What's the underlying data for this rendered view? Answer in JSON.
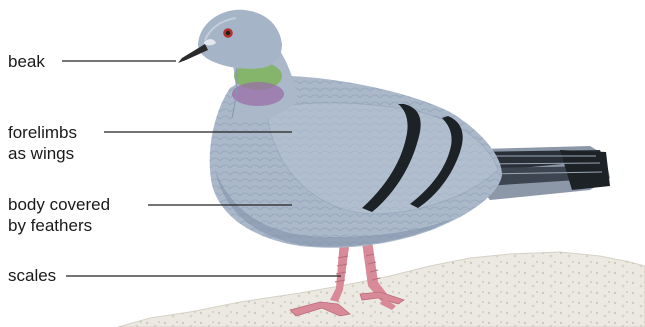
{
  "labels": {
    "beak": "beak",
    "forelimbs_line1": "forelimbs",
    "forelimbs_line2": "as wings",
    "body_line1": "body covered",
    "body_line2": "by feathers",
    "scales": "scales"
  },
  "colors": {
    "body_blue_gray": "#a9b7c9",
    "body_shadow": "#7f90a8",
    "wing_bar": "#1d2226",
    "neck_green": "#7fb35a",
    "neck_purple": "#9a6fa7",
    "legs_pink": "#d98a98",
    "ground": "#ece9e2",
    "leader_line": "#222222"
  }
}
